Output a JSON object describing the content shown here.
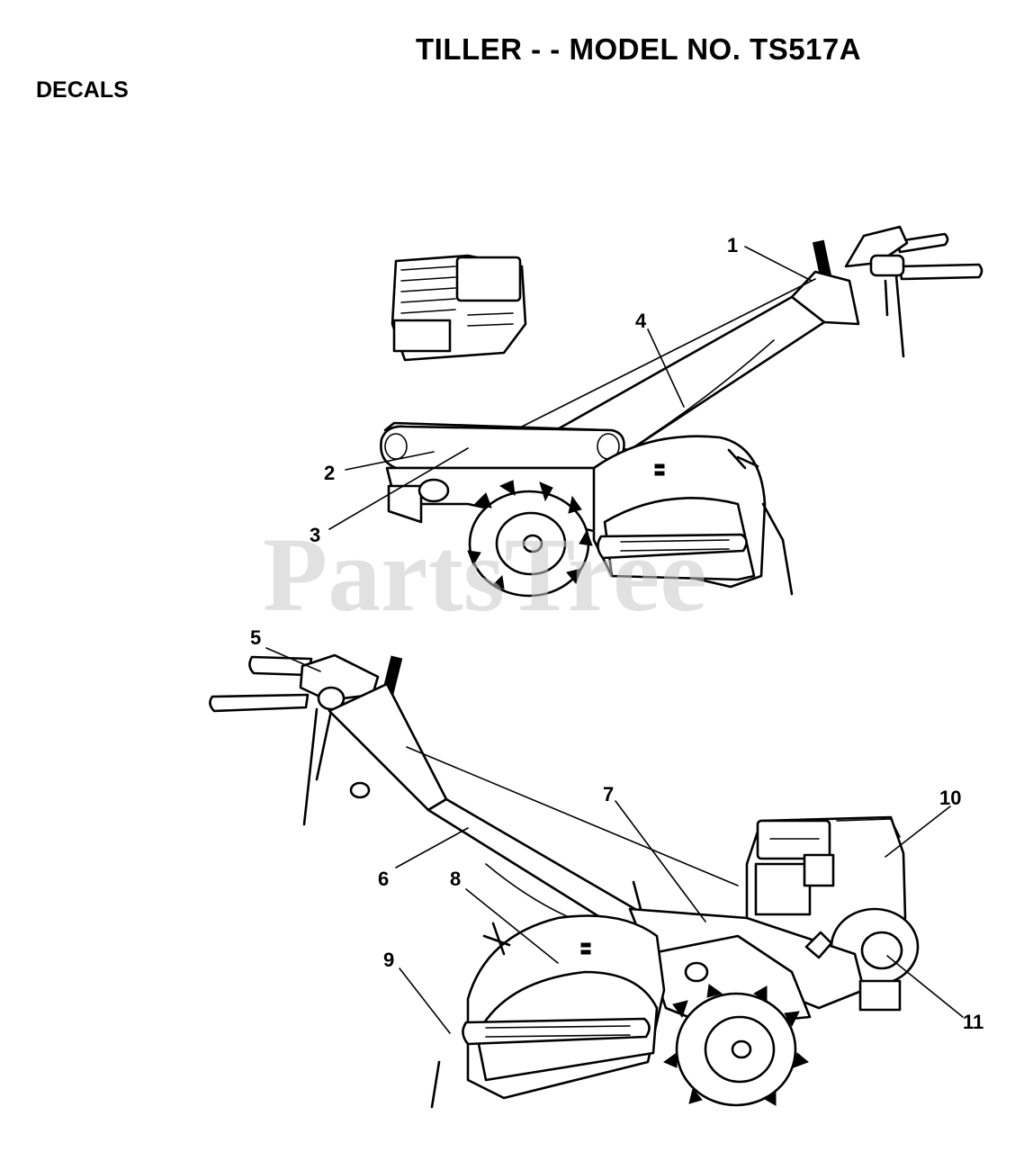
{
  "header": {
    "title": "TILLER - - MODEL NO. TS517A",
    "section": "DECALS"
  },
  "watermark": "PartsTree",
  "callouts": [
    {
      "num": "1"
    },
    {
      "num": "2"
    },
    {
      "num": "3"
    },
    {
      "num": "4"
    },
    {
      "num": "5"
    },
    {
      "num": "6"
    },
    {
      "num": "7"
    },
    {
      "num": "8"
    },
    {
      "num": "9"
    },
    {
      "num": "10"
    },
    {
      "num": "11"
    }
  ],
  "colors": {
    "ink": "#000000",
    "paper": "#ffffff",
    "watermark": "#c9c9c9"
  }
}
